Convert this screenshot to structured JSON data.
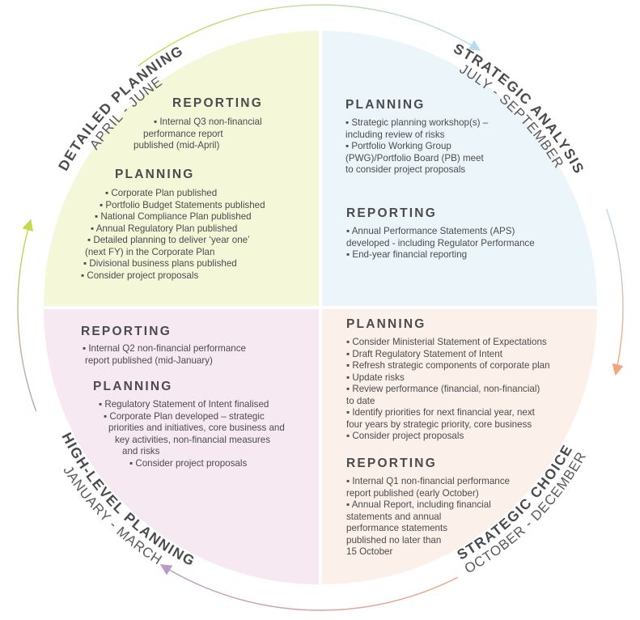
{
  "colors": {
    "detailed_planning_fill": "#f5f7d9",
    "strategic_analysis_fill": "#ecf6fa",
    "strategic_choice_fill": "#fbf0ea",
    "high_level_planning_fill": "#f6e9f1",
    "green_arrow": "#c5d94a",
    "blue_arrow": "#b9ddee",
    "orange_arrow": "#f2a47c",
    "purple_arrow": "#b89cc4",
    "text": "#4b4b4d"
  },
  "phases": [
    {
      "title": "DETAILED PLANNING",
      "period": "APRIL - JUNE"
    },
    {
      "title": "STRATEGIC ANALYSIS",
      "period": "JULY - SEPTEMBER"
    },
    {
      "title": "STRATEGIC CHOICE",
      "period": "OCTOBER - DECEMBER"
    },
    {
      "title": "HIGH-LEVEL PLANNING",
      "period": "JANUARY - MARCH"
    }
  ],
  "quadrants": [
    {
      "phase": "detailed-planning",
      "sections": [
        {
          "heading": "REPORTING",
          "lines": [
            "▪ Internal Q3 non-financial",
            "performance report",
            "published (mid-April)"
          ]
        },
        {
          "heading": "PLANNING",
          "lines": [
            "▪ Corporate Plan published",
            "▪ Portfolio Budget Statements published",
            "▪ National Compliance Plan published",
            "▪ Annual Regulatory Plan published",
            "▪ Detailed planning to deliver ‘year one’",
            "(next FY) in the Corporate Plan",
            "▪ Divisional business plans published",
            "▪ Consider project proposals"
          ]
        }
      ]
    },
    {
      "phase": "strategic-analysis",
      "sections": [
        {
          "heading": "PLANNING",
          "lines": [
            "▪ Strategic planning workshop(s) –",
            "including review of risks",
            "▪ Portfolio Working Group",
            "(PWG)/Portfolio Board (PB) meet",
            "to consider project proposals"
          ]
        },
        {
          "heading": "REPORTING",
          "lines": [
            "▪ Annual Performance Statements (APS)",
            "developed - including Regulator Performance",
            "▪ End-year financial reporting"
          ]
        }
      ]
    },
    {
      "phase": "strategic-choice",
      "sections": [
        {
          "heading": "PLANNING",
          "lines": [
            "▪ Consider Ministerial Statement of Expectations",
            "▪ Draft Regulatory Statement of Intent",
            "▪ Refresh strategic components of corporate plan",
            "▪ Update risks",
            "▪ Review performance (financial, non-financial)",
            "to date",
            "▪ Identify priorities for next financial year, next",
            "four years by strategic priority, core business",
            "▪ Consider project proposals"
          ]
        },
        {
          "heading": "REPORTING",
          "lines": [
            "▪ Internal Q1 non-financial performance",
            "report published (early October)",
            "▪ Annual Report, including financial",
            "statements and annual",
            "performance statements",
            "published no later than",
            "15 October"
          ]
        }
      ]
    },
    {
      "phase": "high-level-planning",
      "sections": [
        {
          "heading": "REPORTING",
          "lines": [
            "▪ Internal Q2 non-financial performance",
            "report published (mid-January)"
          ]
        },
        {
          "heading": "PLANNING",
          "lines": [
            "▪ Regulatory Statement of Intent finalised",
            "▪ Corporate Plan developed – strategic",
            "priorities and initiatives, core business and",
            "key activities, non-financial measures",
            "and risks",
            "▪ Consider project proposals"
          ]
        }
      ]
    }
  ]
}
